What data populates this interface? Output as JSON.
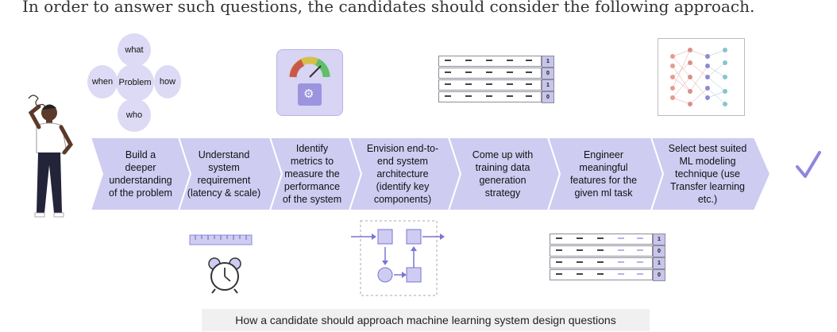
{
  "intro_text": "In order to answer such questions, the candidates should consider the following approach.",
  "problem_bubbles": {
    "center": "Problem",
    "top": "what",
    "left": "when",
    "right": "how",
    "bottom": "who"
  },
  "steps": [
    "Build a deeper understanding of the problem",
    "Understand system requirement (latency & scale)",
    "Identify metrics to measure the performance of the system",
    "Envision end-to-end system architecture (identify key components)",
    "Come up with training data generation strategy",
    "Engineer meaningful features for the given ml task",
    "Select best suited ML modeling technique (use Transfer learning etc.)"
  ],
  "step_lines": [
    [
      "Build a",
      "deeper",
      "understanding",
      "of the problem"
    ],
    [
      "Understand",
      "system",
      "requirement",
      "(latency & scale)"
    ],
    [
      "Identify",
      "metrics to",
      "measure the",
      "performance",
      "of the system"
    ],
    [
      "Envision end-to-",
      "end system",
      "architecture",
      "(identify key",
      "components)"
    ],
    [
      "Come up with",
      "training data",
      "generation",
      "strategy"
    ],
    [
      "Engineer",
      "meaningful",
      "features for the",
      "given ml task"
    ],
    [
      "Select best suited",
      "ML modeling",
      "technique (use",
      "Transfer learning",
      "etc.)"
    ]
  ],
  "table_labels": [
    "1",
    "0",
    "1",
    "0"
  ],
  "caption": "How a candidate should approach machine learning system design questions",
  "colors": {
    "step_fill": "#cfccf2",
    "bubble_fill": "#dcdaf5",
    "accent": "#7b73d6",
    "check": "#8d86e0"
  },
  "icons": [
    "thinking-person-icon",
    "gauge-icon",
    "gear-icon",
    "ruler-icon",
    "alarm-clock-icon",
    "architecture-diagram-icon",
    "neural-network-icon",
    "check-mark-icon"
  ]
}
